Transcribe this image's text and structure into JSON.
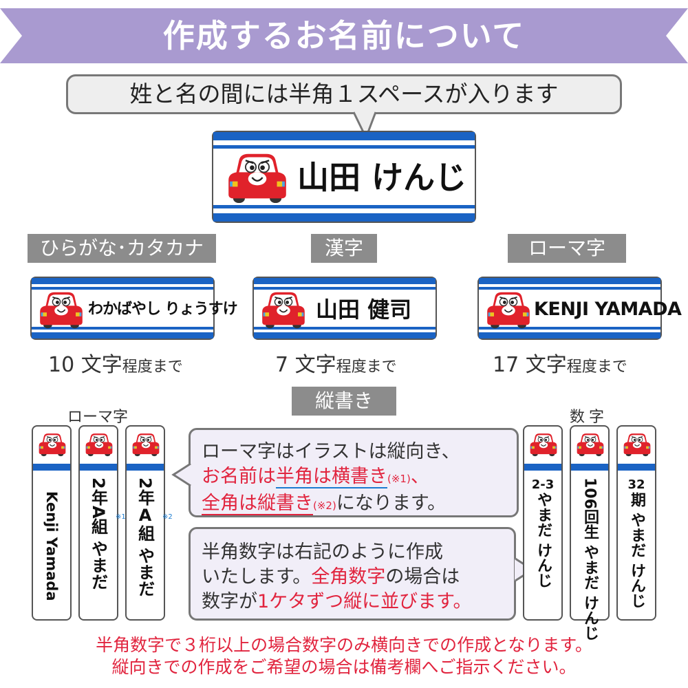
{
  "banner": {
    "title": "作成するお名前について",
    "color": "#a99ad0"
  },
  "speech": {
    "text": "姓と名の間には半角１スペースが入ります"
  },
  "main_label": {
    "name": "山田 けんじ"
  },
  "categories": {
    "hiragana": {
      "tag": "ひらがな･カタカナ",
      "sample": "わかばやし りょうすけ",
      "count_num": "10 文字",
      "count_suffix": "程度まで"
    },
    "kanji": {
      "tag": "漢字",
      "sample": "山田 健司",
      "count_num": "7 文字",
      "count_suffix": "程度まで"
    },
    "romaji": {
      "tag": "ローマ字",
      "sample": "KENJI YAMADA",
      "count_num": "17 文字",
      "count_suffix": "程度まで"
    }
  },
  "vertical": {
    "tag": "縦書き",
    "romaji_caption": "ローマ字",
    "number_caption": "数字",
    "romaji_labels": [
      "Kenji Yamada",
      "2年A組 やまだ",
      "2年A組 やまだ"
    ],
    "romaji_label_parts": {
      "l2_a": "2",
      "l2_b": "年",
      "l2_c": "A",
      "l2_d": "組 やまだ",
      "l3_a": "2",
      "l3_b": "年",
      "l3_c": "A",
      "l3_d": "組 やまだ"
    },
    "notes": [
      "※1",
      "※2"
    ],
    "number_labels": [
      "2-3 やまだ けんじ",
      "106回生 やまだ けんじ",
      "32期 やまだ けんじ"
    ],
    "number_label_parts": {
      "n1_a": "2-3",
      "n1_b": " やまだ けんじ",
      "n2_a": "106",
      "n2_b": "回生 やまだ けんじ",
      "n3_a": "32",
      "n3_b": "期 やまだ けんじ"
    }
  },
  "info_box_1": {
    "line1": "ローマ字はイラストは縦向き、",
    "line2_a": "お名前は",
    "line2_b": "半角は横書き",
    "line2_ref": "(※1)",
    "line2_c": "、",
    "line3_a": "全角は縦書き",
    "line3_ref": "(※2)",
    "line3_b": "になります。"
  },
  "info_box_2": {
    "line1": "半角数字は右記のように作成",
    "line2_a": "いたします。",
    "line2_b": "全角数字",
    "line2_c": "の場合は",
    "line3_a": "数字が",
    "line3_b": "1ケタずつ縦に並びます。"
  },
  "bottom_note": {
    "line1": "半角数字で３桁以上の場合数字のみ横向きでの作成となります。",
    "line2": "縦向きでの作成をご希望の場合は備考欄へご指示ください。"
  },
  "colors": {
    "stripe": "#1a63c4",
    "accent_red": "#e1243e",
    "note_blue": "#1a7bd0",
    "tag_gray": "#8c8c8c"
  }
}
